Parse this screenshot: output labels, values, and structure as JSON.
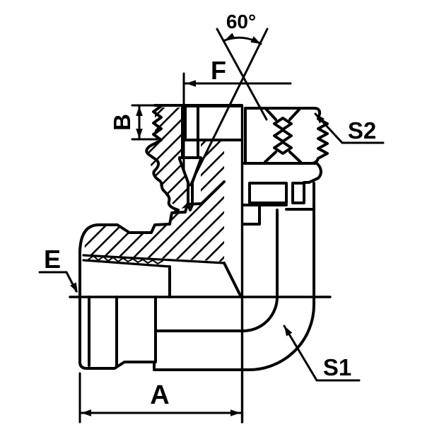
{
  "drawing": {
    "type": "technical-section-drawing",
    "subject": "90-degree elbow hydraulic fitting, half-section view",
    "labels": {
      "cone_angle": "60°",
      "dim_f": "F",
      "dim_b": "B",
      "dim_e": "E",
      "dim_a": "A",
      "hex_s1": "S1",
      "hex_s2": "S2"
    },
    "colors": {
      "ink": "#000000",
      "background": "#ffffff"
    }
  }
}
